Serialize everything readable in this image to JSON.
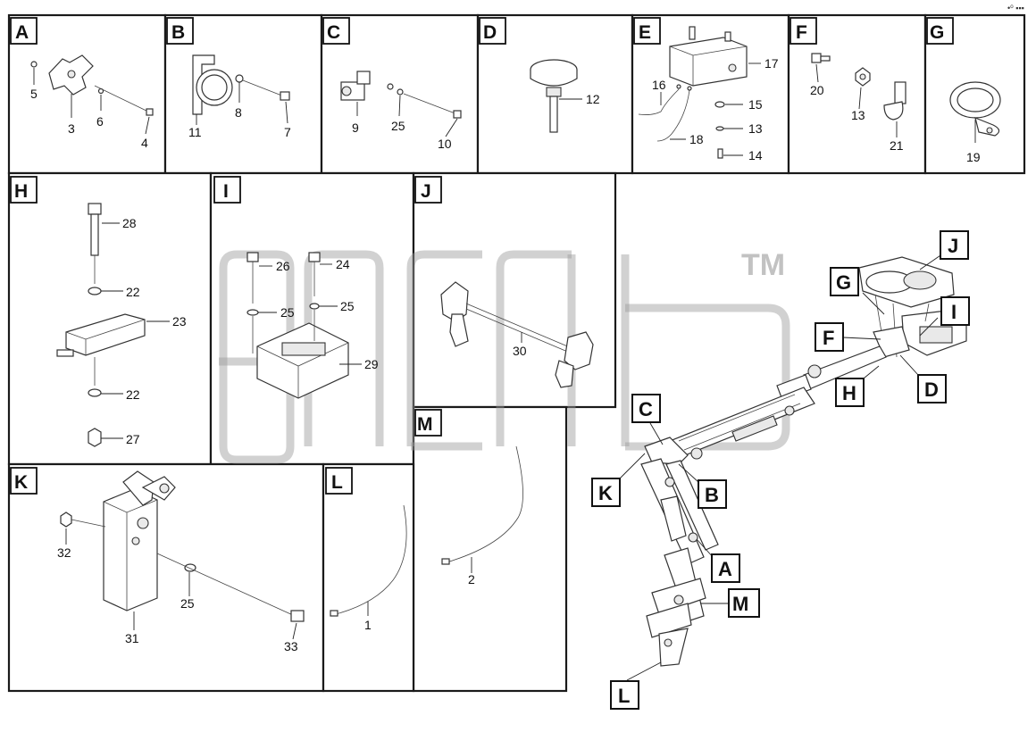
{
  "panels": [
    {
      "letter": "A",
      "parts": [
        "5",
        "3",
        "6",
        "4"
      ]
    },
    {
      "letter": "B",
      "parts": [
        "11",
        "8",
        "7"
      ]
    },
    {
      "letter": "C",
      "parts": [
        "9",
        "25",
        "10"
      ]
    },
    {
      "letter": "D",
      "parts": [
        "12"
      ]
    },
    {
      "letter": "E",
      "parts": [
        "17",
        "16",
        "15",
        "18",
        "13",
        "14"
      ]
    },
    {
      "letter": "F",
      "parts": [
        "20",
        "13",
        "21"
      ]
    },
    {
      "letter": "G",
      "parts": [
        "19"
      ]
    },
    {
      "letter": "H",
      "parts": [
        "28",
        "22",
        "23",
        "22",
        "27"
      ]
    },
    {
      "letter": "I",
      "parts": [
        "26",
        "24",
        "25",
        "25",
        "29"
      ]
    },
    {
      "letter": "J",
      "parts": [
        "30"
      ]
    },
    {
      "letter": "K",
      "parts": [
        "32",
        "25",
        "31",
        "33"
      ]
    },
    {
      "letter": "L",
      "parts": [
        "1"
      ]
    },
    {
      "letter": "M",
      "parts": [
        "2"
      ]
    }
  ],
  "assembly_callouts": [
    "J",
    "G",
    "I",
    "F",
    "H",
    "D",
    "C",
    "K",
    "B",
    "A",
    "M",
    "L"
  ],
  "watermark": {
    "trademark": "TM"
  },
  "corner_mark": "•⁰ ▪▪▪"
}
